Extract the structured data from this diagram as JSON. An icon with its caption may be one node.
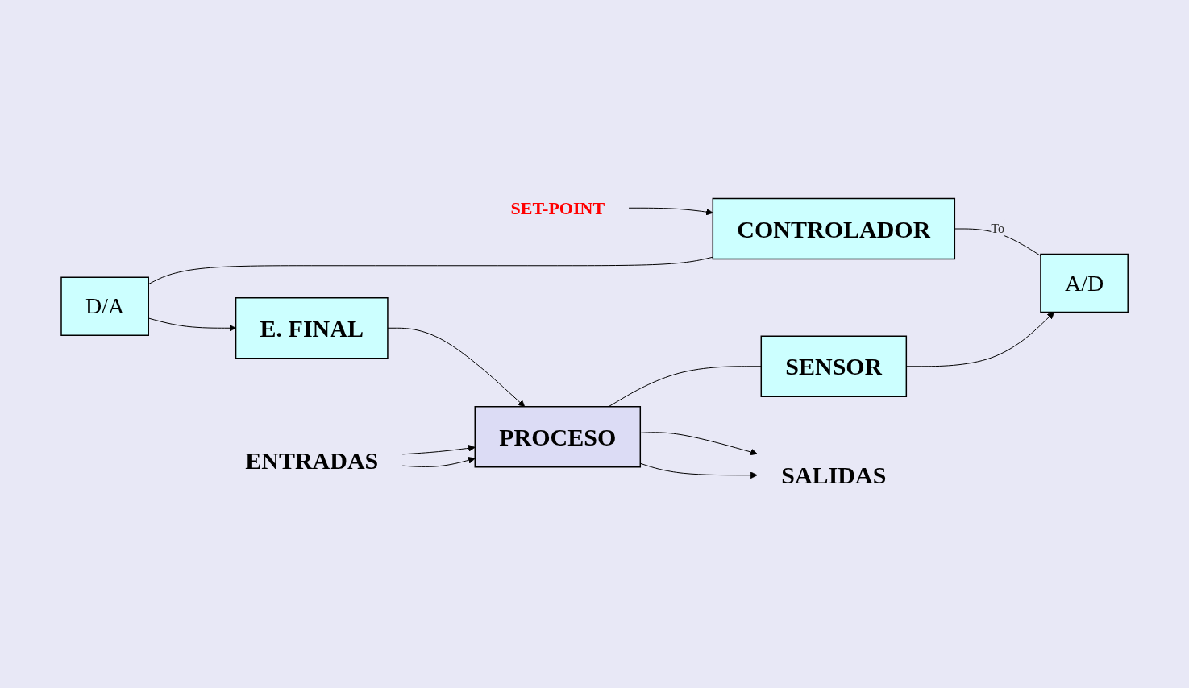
{
  "diagram": {
    "nodes": [
      {
        "text": [
          "SET-POINT"
        ]
      },
      {
        "text": [
          "CONTROLADOR"
        ]
      },
      {
        "text": [
          "D/A"
        ]
      },
      {
        "text": [
          "A/D"
        ]
      },
      {
        "text": [
          "E. FINAL"
        ]
      },
      {
        "text": [
          "PROCESO"
        ]
      },
      {
        "text": [
          "SENSOR"
        ]
      },
      {
        "text": [
          "ENTRADAS"
        ]
      },
      {
        "text": [
          "SALIDAS"
        ]
      }
    ],
    "edges": [
      {
        "from": 0,
        "to": 1,
        "arrow": "to"
      },
      {
        "from": 2,
        "to": 1,
        "arrow": "none"
      },
      {
        "from": 1,
        "to": 3,
        "arrow": "none",
        "label": "To"
      },
      {
        "from": 2,
        "to": 4,
        "arrow": "to"
      },
      {
        "from": 4,
        "to": 5,
        "arrow": "to"
      },
      {
        "from": 5,
        "to": 6,
        "arrow": "none"
      },
      {
        "from": 6,
        "to": 3,
        "arrow": "to"
      },
      {
        "from": 7,
        "to": 5,
        "arrow": "to"
      },
      {
        "from": 7,
        "to": 5,
        "arrow": "to"
      },
      {
        "from": 5,
        "to": 8,
        "arrow": "to"
      },
      {
        "from": 5,
        "to": 8,
        "arrow": "to"
      }
    ]
  }
}
